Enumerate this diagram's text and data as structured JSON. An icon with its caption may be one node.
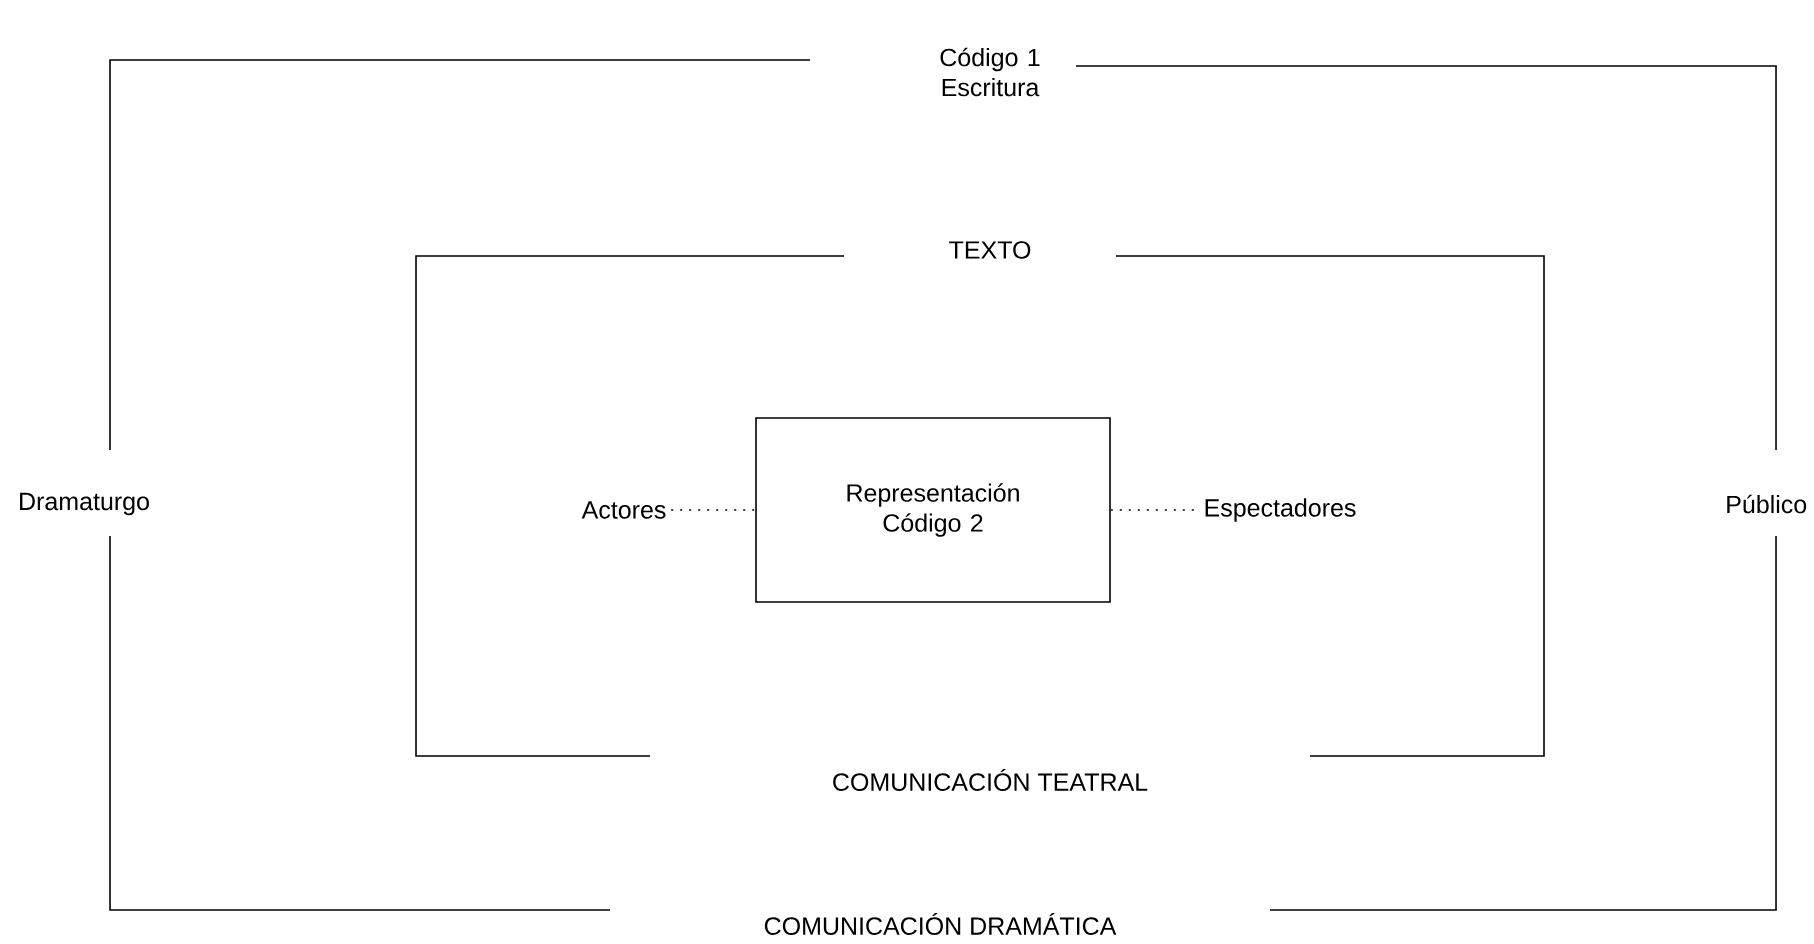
{
  "diagram": {
    "nodes": [
      {
        "text": [
          "Código 1 Escritura",
          "Dramaturgo",
          "Público",
          "COMUNICACIÓN DRAMÁTICA"
        ]
      },
      {
        "text": [
          "TEXTO",
          "COMUNICACIÓN TEATRAL"
        ],
        "in": 0
      },
      {
        "text": [
          "Actores"
        ],
        "in": 1
      },
      {
        "text": [
          "Representación Código 2"
        ],
        "in": 1
      },
      {
        "text": [
          "Espectadores"
        ],
        "in": 1
      }
    ],
    "edges": [
      {
        "from": 2,
        "to": 3,
        "arrow": "none",
        "style": "dashed"
      },
      {
        "from": 3,
        "to": 4,
        "arrow": "none",
        "style": "dashed"
      }
    ]
  }
}
